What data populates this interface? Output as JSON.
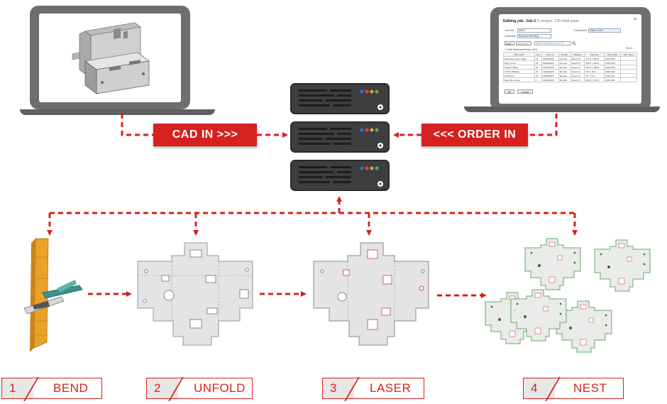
{
  "banners": {
    "cad_in": "CAD IN >>>",
    "order_in": "<<< ORDER IN"
  },
  "steps": [
    {
      "num": "1",
      "label": "BEND"
    },
    {
      "num": "2",
      "label": "UNFOLD"
    },
    {
      "num": "3",
      "label": "LASER"
    },
    {
      "num": "4",
      "label": "NEST"
    }
  ],
  "order_dialog": {
    "title": "Editing job: Job-1",
    "subtitle": "6 unique, 126 total parts",
    "close_glyph": "×",
    "job_ref_label": "Job Ref",
    "job_ref_value": "#0577",
    "comments_label": "Comments",
    "comments_value": "Order 3 of 4",
    "customer_label": "Customer",
    "customer_value": "Bernards Bending",
    "add_label": "Add...",
    "remove_label": "Remove...",
    "search_placeholder": "Search by Name (Ctrl+F)",
    "more_label": "More...",
    "edit_selected_label": "Edit Selected Rows (0/2)",
    "columns": [
      "Part id (6)",
      "Qty",
      "Due on",
      "Priority",
      "Material",
      "Flat size",
      "Part Order",
      "Part status"
    ],
    "rows": [
      [
        "Mounting Corner Plate",
        "25",
        "06/30/2025",
        "Normal",
        "Steel 3.0",
        "470.4 x 350.0",
        "0001-003",
        ""
      ],
      [
        "Riser Cover",
        "25",
        "06/30/2025",
        "Normal",
        "Steel 3.0",
        "352.8 x 193.8",
        "0001-005",
        ""
      ],
      [
        "Support Brace",
        "25",
        "06/30/2025",
        "Normal",
        "Steel 3.0",
        "302.8 x 193.8",
        "0001-006",
        ""
      ],
      [
        "5 Thick Bracket",
        "25",
        "06/30/2025",
        "Normal",
        "Steel 3.0",
        "207 x 95.8",
        "0001-002",
        ""
      ],
      [
        "E Bracket",
        "25",
        "06/30/2025",
        "Normal",
        "Steel 3.0",
        "61 x 73.5",
        "0001-001",
        ""
      ],
      [
        "Riser Box Cover",
        "1",
        "06/30/2025",
        "Normal",
        "Steel 3.0",
        "183.3 x 120.3",
        "0001-004",
        ""
      ]
    ],
    "ok_label": "OK",
    "cancel_label": "Cancel"
  },
  "colors": {
    "accent_red": "#d6211f",
    "laptop_gray": "#6e6e6e",
    "server_dark": "#3e3e40",
    "part_gray": "#e4e4e4",
    "nest_green": "#6aa86a",
    "bend_orange": "#e8a22a",
    "tool_teal": "#3f8f8a"
  },
  "icons": {
    "part_3d": "3d-sheet-metal-part-icon",
    "server": "server-rack-icon",
    "press_brake": "press-brake-icon"
  }
}
